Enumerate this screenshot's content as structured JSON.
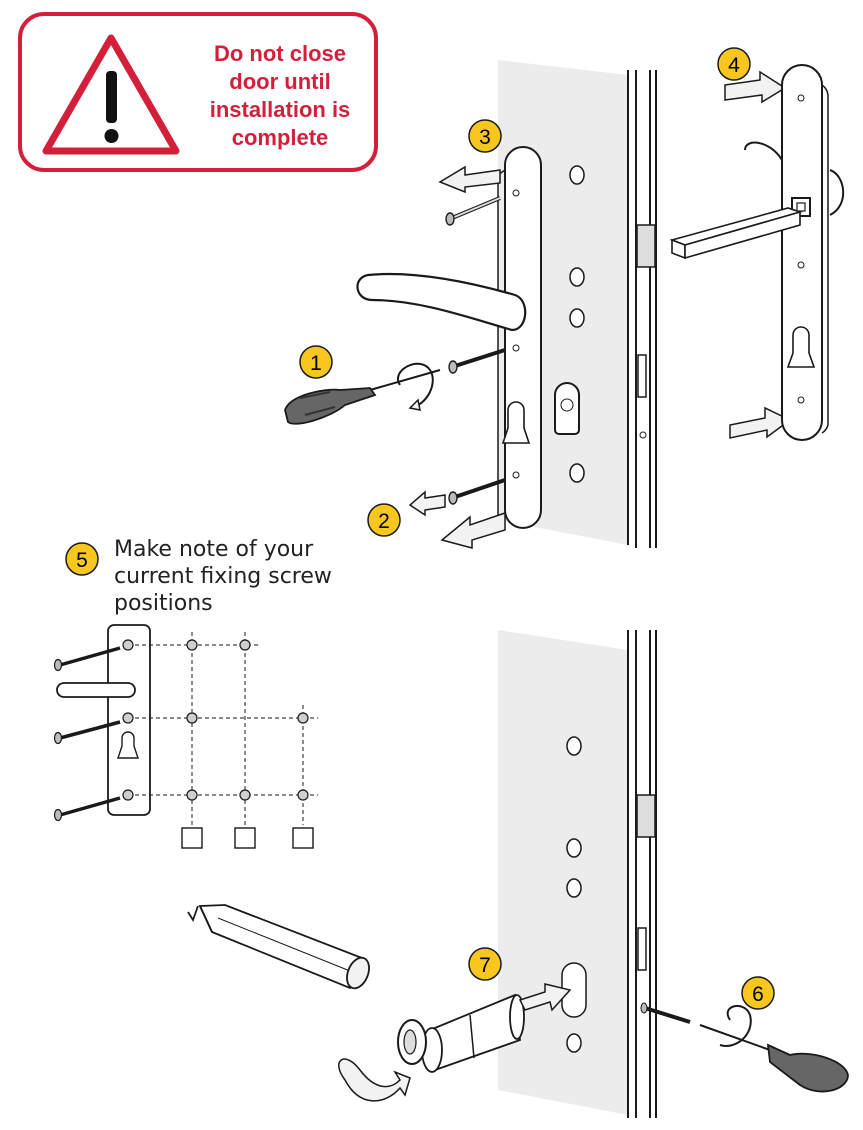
{
  "warning": {
    "lines": [
      "Do not close",
      "door until",
      "installation is",
      "complete"
    ],
    "color": "#d41f3a",
    "icon": "warning-triangle-icon"
  },
  "steps": [
    {
      "number": "1"
    },
    {
      "number": "2"
    },
    {
      "number": "3"
    },
    {
      "number": "4"
    },
    {
      "number": "5",
      "text_lines": [
        "Make note of your",
        "current fixing screw",
        "positions"
      ]
    },
    {
      "number": "6"
    },
    {
      "number": "7"
    }
  ],
  "colors": {
    "badge_fill": "#f7c61f",
    "arrow_fill": "#f2f2f2",
    "door_panel": "#ececec",
    "outline": "#1a1a1a"
  }
}
